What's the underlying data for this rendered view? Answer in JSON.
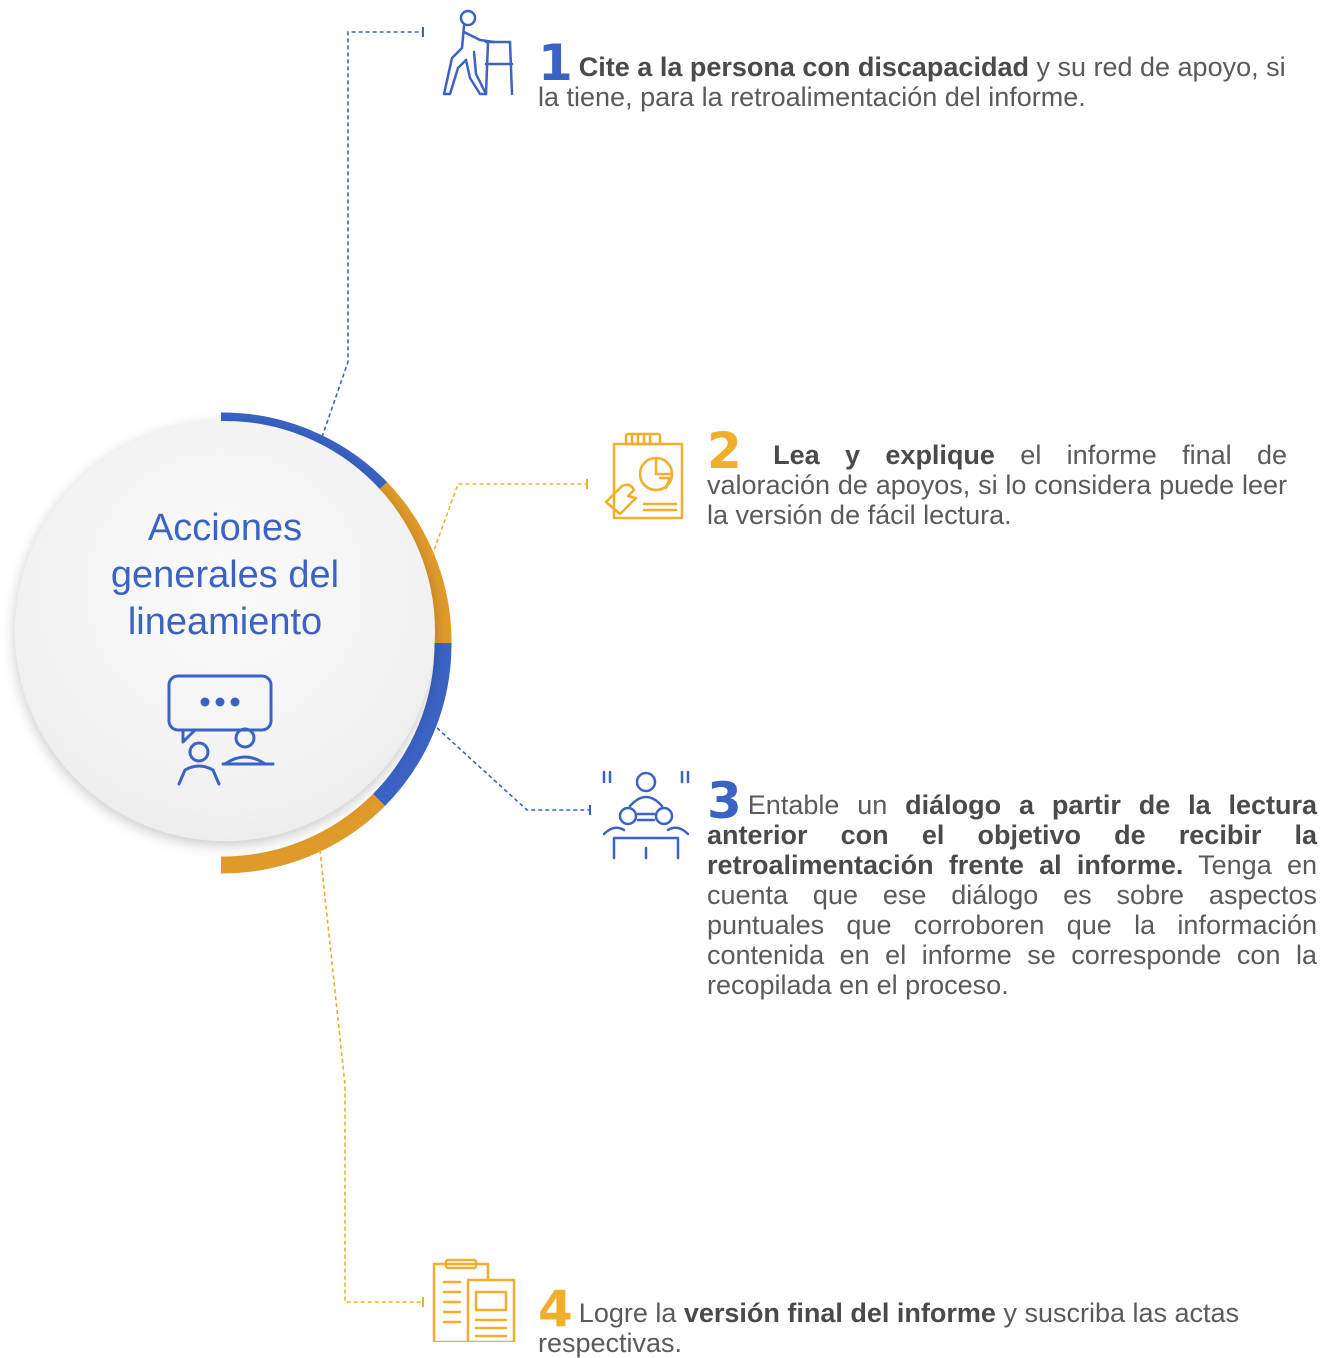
{
  "hub": {
    "title": "Acciones\ngenerales del\nlineamiento",
    "icon": "conversation-icon"
  },
  "steps": [
    {
      "number": "1",
      "icon": "person-walker-icon",
      "color": "#3a63c4",
      "bold": "Cite a la persona con discapacidad",
      "rest": " y su red de apoyo, si la tiene, para la retroalimentación del informe."
    },
    {
      "number": "2",
      "icon": "report-chart-icon",
      "color": "#f0ae2a",
      "lead": " ",
      "bold": "Lea y explique",
      "rest": " el informe final de valoración de apoyos, si lo considera puede leer la versión de fácil lectura."
    },
    {
      "number": "3",
      "icon": "meeting-icon",
      "color": "#3a63c4",
      "lead": "Entable un ",
      "bold": "diálogo a partir de la lectura anterior con el objetivo de recibir la retroalimentación frente al informe.",
      "rest": " Tenga en cuenta que ese diálogo es sobre aspectos puntuales que corroboren que la información contenida en el informe se corresponde con la recopilada en el proceso."
    },
    {
      "number": "4",
      "icon": "documents-icon",
      "color": "#f0ae2a",
      "lead": "Logre la ",
      "bold": "versión final del informe",
      "rest": " y suscriba las actas respectivas."
    }
  ],
  "colors": {
    "blue": "#3a63c4",
    "gold": "#f0ae2a",
    "hub_bg": "#f2f2f2"
  }
}
